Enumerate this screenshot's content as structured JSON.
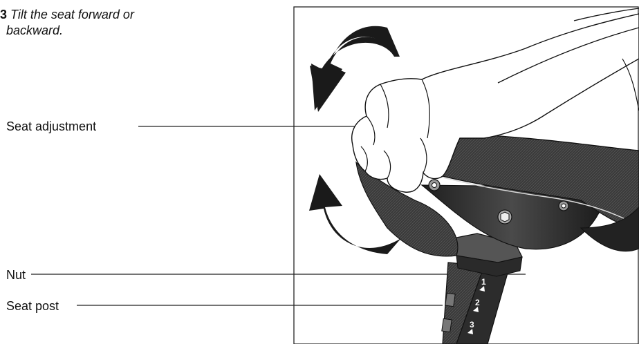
{
  "instruction": {
    "step_number": "3",
    "line1": "Tilt the seat forward or",
    "line2": "backward."
  },
  "callouts": {
    "seat_adjustment": "Seat adjustment",
    "nut": "Nut",
    "seat_post": "Seat post"
  },
  "post_markings": [
    "1",
    "2",
    "3"
  ]
}
